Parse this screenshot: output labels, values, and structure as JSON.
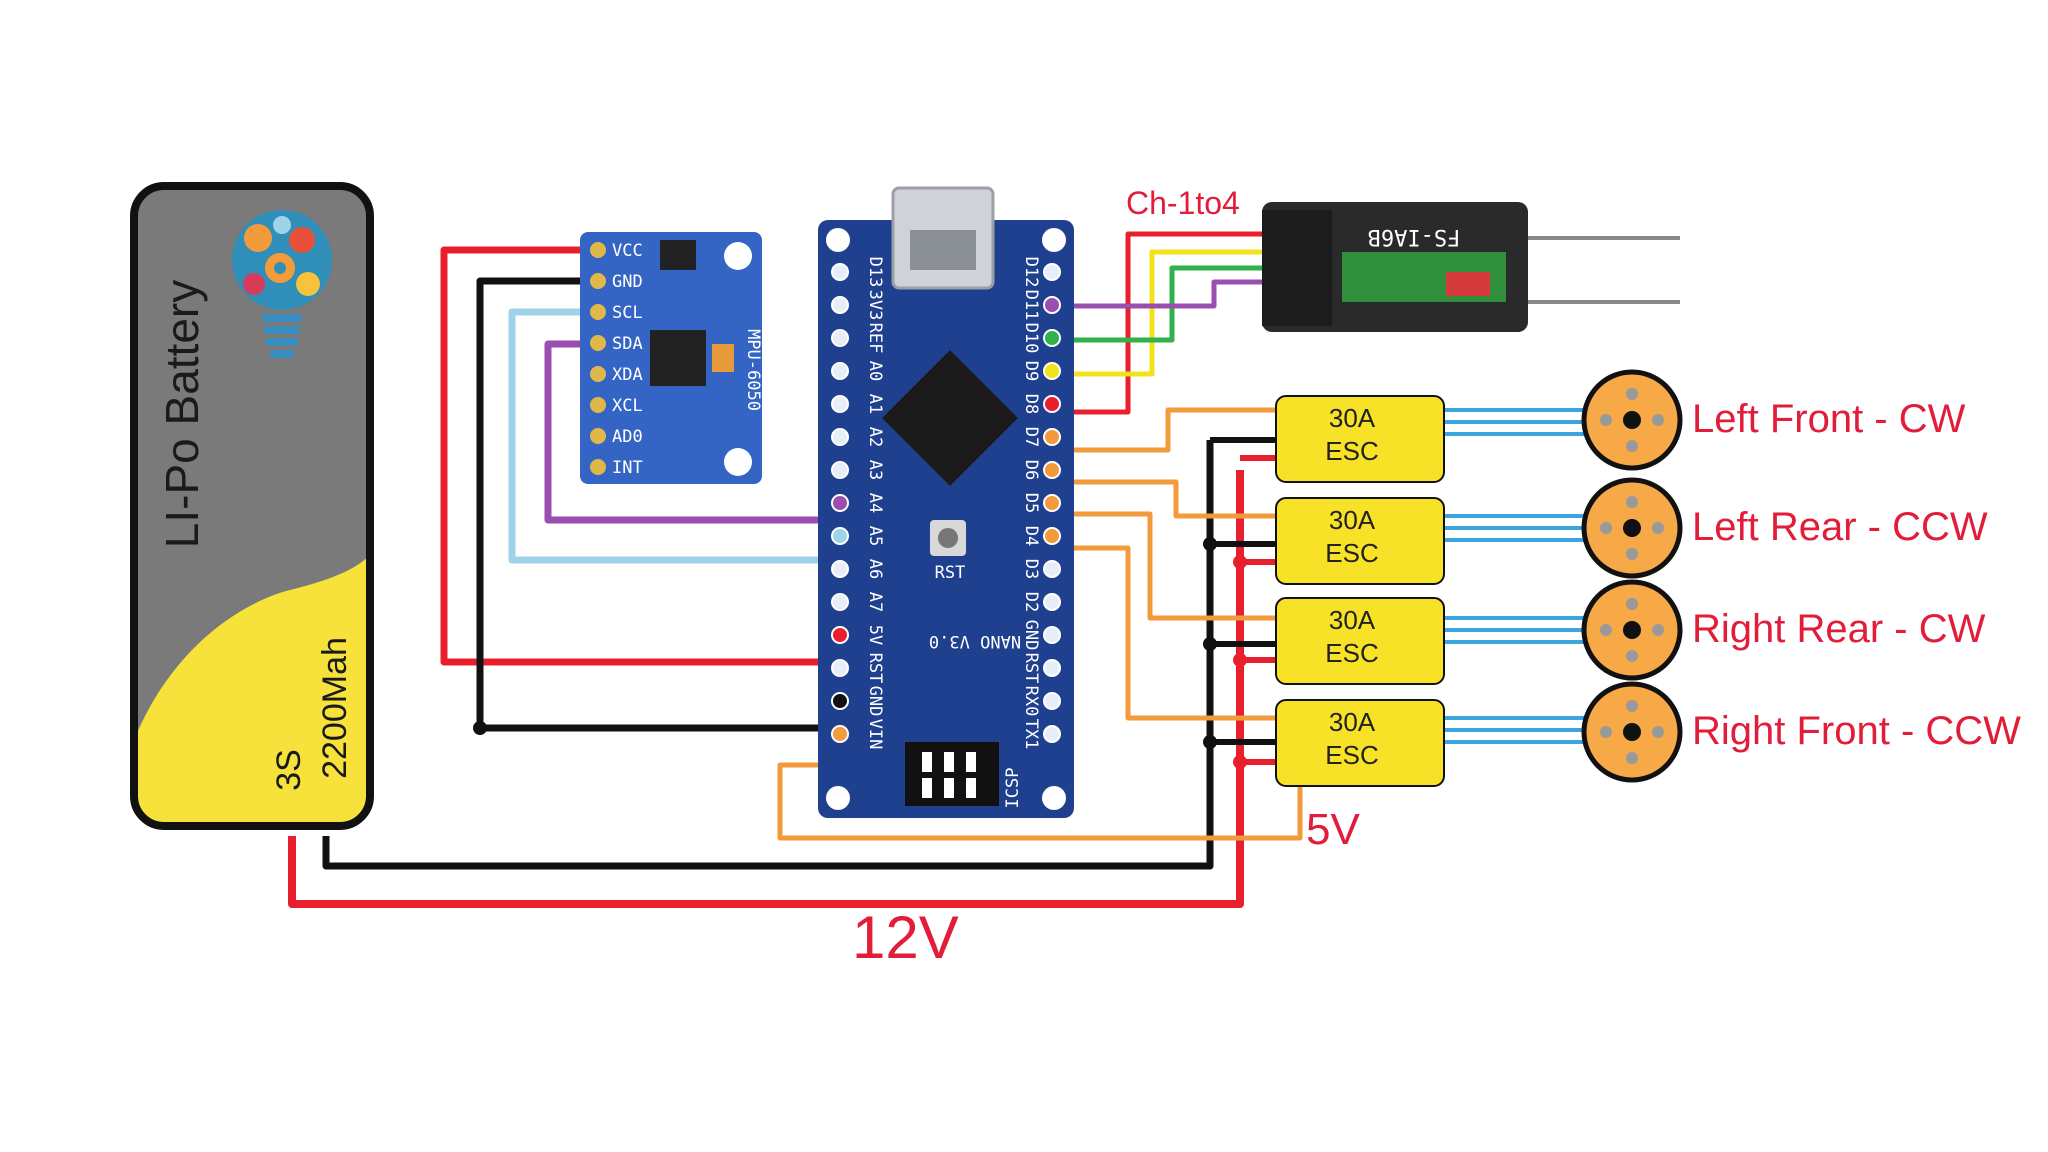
{
  "battery": {
    "title": "LI-Po Battery",
    "cells": "3S",
    "capacity": "2200Mah"
  },
  "gyro": {
    "pins": [
      "VCC",
      "GND",
      "SCL",
      "SDA",
      "XDA",
      "XCL",
      "AD0",
      "INT"
    ],
    "chip_label": "MPU-6050"
  },
  "arduino": {
    "left_pins": [
      "D13",
      "3V3",
      "REF",
      "A0",
      "A1",
      "A2",
      "A3",
      "A4",
      "A5",
      "A6",
      "A7",
      "5V",
      "RST",
      "GND",
      "VIN"
    ],
    "right_pins": [
      "D12",
      "D11",
      "D10",
      "D9",
      "D8",
      "D7",
      "D6",
      "D5",
      "D4",
      "D3",
      "D2",
      "GND",
      "RST",
      "RX0",
      "TX1"
    ],
    "board_text": "NANO V3.0",
    "rst_label": "RST",
    "icsp_label": "ICSP"
  },
  "receiver": {
    "model": "FS-IA6B",
    "channel_label": "Ch-1to4"
  },
  "escs": [
    {
      "line1": "30A",
      "line2": "ESC"
    },
    {
      "line1": "30A",
      "line2": "ESC"
    },
    {
      "line1": "30A",
      "line2": "ESC"
    },
    {
      "line1": "30A",
      "line2": "ESC"
    }
  ],
  "motors": [
    {
      "label": "Left Front - CW"
    },
    {
      "label": "Left Rear - CCW"
    },
    {
      "label": "Right Rear - CW"
    },
    {
      "label": "Right Front - CCW"
    }
  ],
  "voltage_labels": {
    "esc_5v": "5V",
    "battery_12v": "12V"
  },
  "colors": {
    "power_red": "#e8202e",
    "ground_black": "#111111",
    "scl_blue": "#9fd3ea",
    "sda_purple": "#9a4fb0",
    "signal_orange": "#f39a3c",
    "motor_blue": "#3aa6dd",
    "ch_green": "#2fb24a",
    "ch_yellow": "#f1e21b",
    "label_red": "#e11d3a",
    "pcb_blue": "#1f3f8f",
    "esc_yellow": "#f7e227",
    "motor_orange": "#f7a847",
    "battery_gray": "#7a7a7a",
    "battery_yellow": "#f7e23c"
  }
}
